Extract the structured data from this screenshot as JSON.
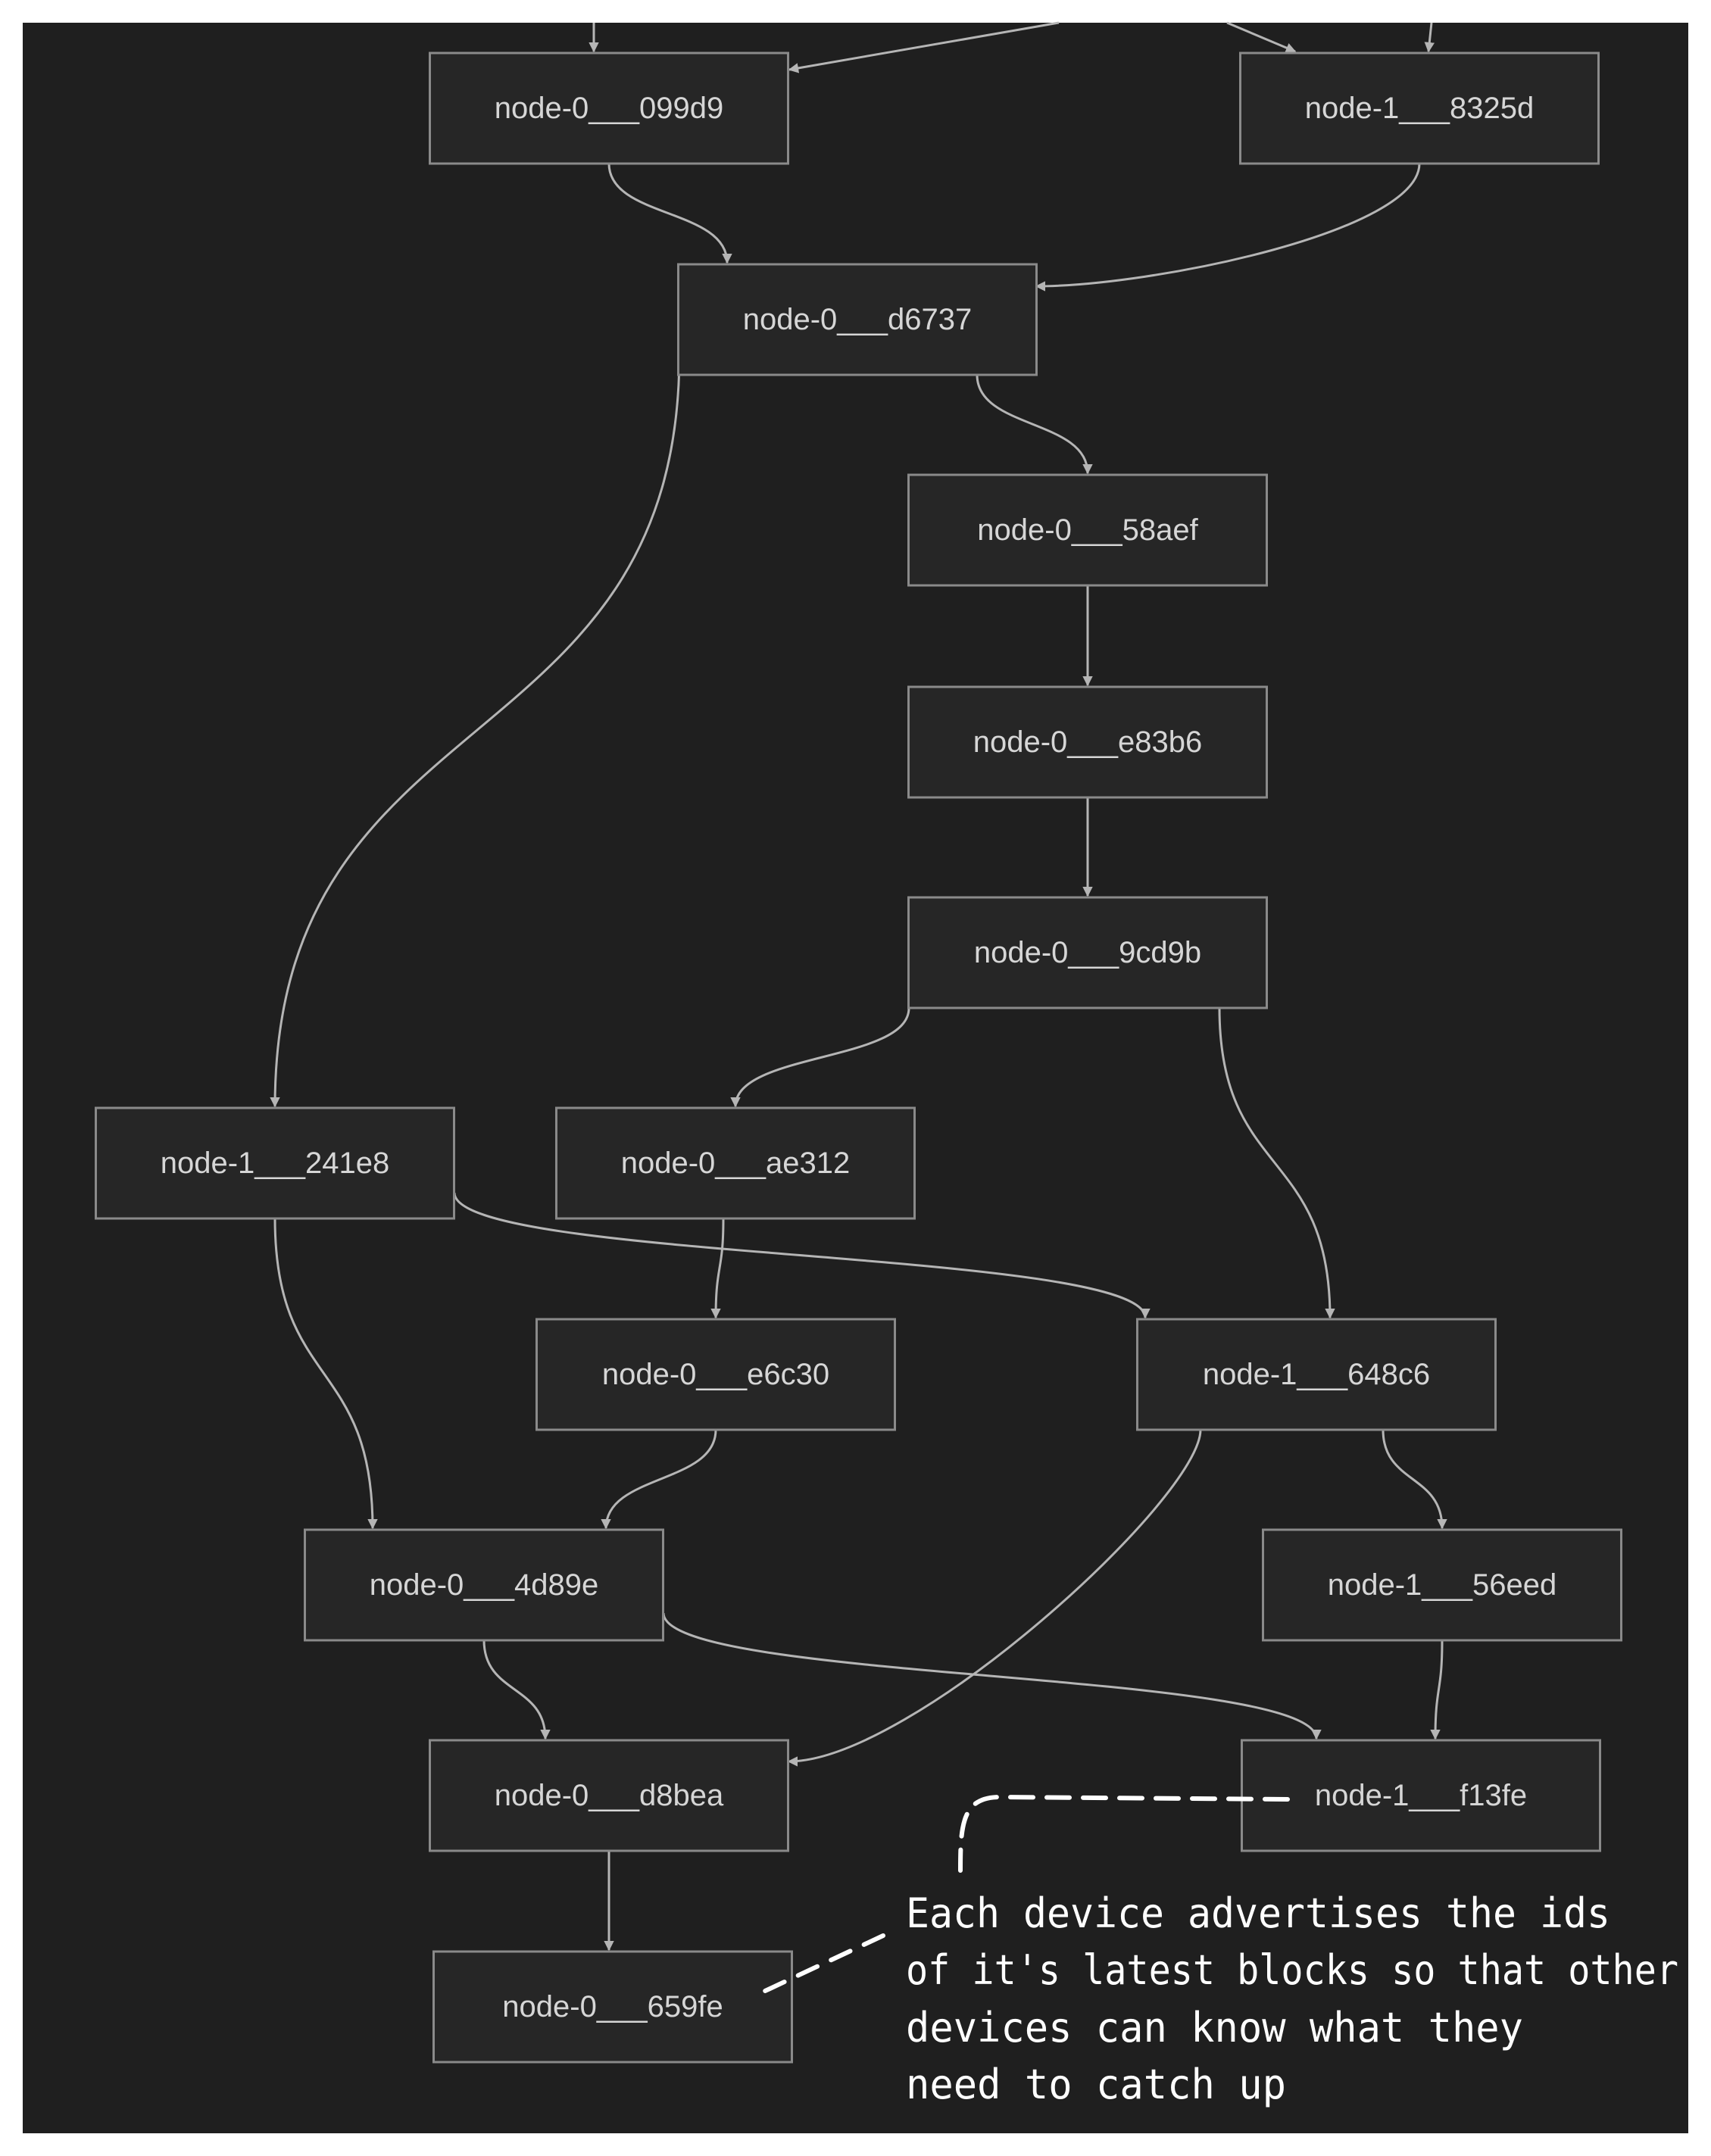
{
  "diagram": {
    "colors": {
      "background": "#1f1f1f",
      "node_fill": "#262626",
      "node_stroke": "#8a8a8a",
      "edge": "#b5b5b5",
      "text": "#d6d6d6",
      "annotation": "#ffffff"
    },
    "nodes": [
      {
        "id": "n099d9",
        "label": "node-0___099d9"
      },
      {
        "id": "n8325d",
        "label": "node-1___8325d"
      },
      {
        "id": "nd6737",
        "label": "node-0___d6737"
      },
      {
        "id": "n58aef",
        "label": "node-0___58aef"
      },
      {
        "id": "ne83b6",
        "label": "node-0___e83b6"
      },
      {
        "id": "n9cd9b",
        "label": "node-0___9cd9b"
      },
      {
        "id": "n241e8",
        "label": "node-1___241e8"
      },
      {
        "id": "nae312",
        "label": "node-0___ae312"
      },
      {
        "id": "ne6c30",
        "label": "node-0___e6c30"
      },
      {
        "id": "n648c6",
        "label": "node-1___648c6"
      },
      {
        "id": "n4d89e",
        "label": "node-0___4d89e"
      },
      {
        "id": "n56eed",
        "label": "node-1___56eed"
      },
      {
        "id": "nd8bea",
        "label": "node-0___d8bea"
      },
      {
        "id": "nf13fe",
        "label": "node-1___f13fe"
      },
      {
        "id": "n659fe",
        "label": "node-0___659fe"
      }
    ],
    "edges": [
      {
        "from": "n099d9",
        "to": "nd6737"
      },
      {
        "from": "n8325d",
        "to": "nd6737"
      },
      {
        "from": "nd6737",
        "to": "n241e8"
      },
      {
        "from": "nd6737",
        "to": "n58aef"
      },
      {
        "from": "n58aef",
        "to": "ne83b6"
      },
      {
        "from": "ne83b6",
        "to": "n9cd9b"
      },
      {
        "from": "n9cd9b",
        "to": "nae312"
      },
      {
        "from": "n9cd9b",
        "to": "n648c6"
      },
      {
        "from": "n241e8",
        "to": "n648c6"
      },
      {
        "from": "nae312",
        "to": "ne6c30"
      },
      {
        "from": "n241e8",
        "to": "n4d89e"
      },
      {
        "from": "ne6c30",
        "to": "n4d89e"
      },
      {
        "from": "n648c6",
        "to": "n56eed"
      },
      {
        "from": "n648c6",
        "to": "nd8bea"
      },
      {
        "from": "n4d89e",
        "to": "nd8bea"
      },
      {
        "from": "n4d89e",
        "to": "nf13fe"
      },
      {
        "from": "n56eed",
        "to": "nf13fe"
      },
      {
        "from": "nd8bea",
        "to": "n659fe"
      }
    ],
    "annotation": {
      "lines": [
        "Each device advertises the ids",
        "of it's latest blocks so that other",
        "devices can know what they",
        "need to catch up"
      ]
    }
  }
}
